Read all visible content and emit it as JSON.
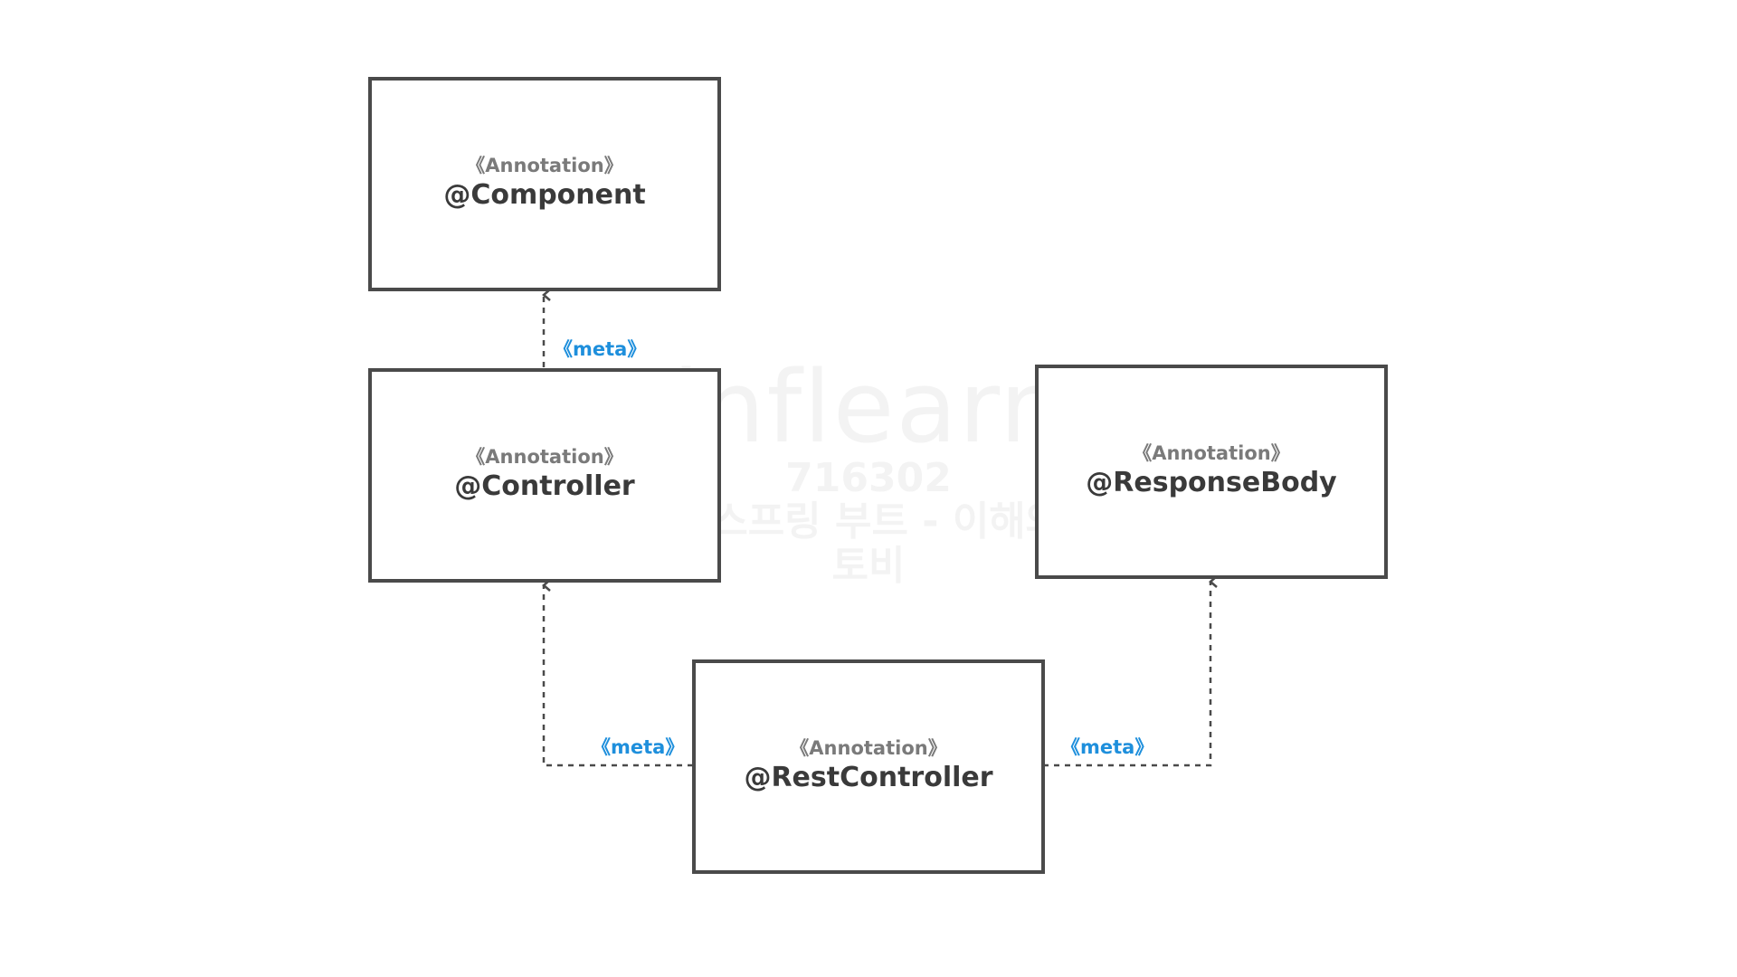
{
  "diagram": {
    "nodes": {
      "component": {
        "stereotype": "《Annotation》",
        "name": "@Component"
      },
      "controller": {
        "stereotype": "《Annotation》",
        "name": "@Controller"
      },
      "response_body": {
        "stereotype": "《Annotation》",
        "name": "@ResponseBody"
      },
      "rest_controller": {
        "stereotype": "《Annotation》",
        "name": "@RestController"
      }
    },
    "edges": [
      {
        "from": "@Controller",
        "to": "@Component",
        "label": "《meta》"
      },
      {
        "from": "@RestController",
        "to": "@Controller",
        "label": "《meta》"
      },
      {
        "from": "@RestController",
        "to": "@ResponseBody",
        "label": "《meta》"
      }
    ],
    "colors": {
      "box_border": "#4a4a4a",
      "stereotype_text": "#7a7a7a",
      "name_text": "#3a3a3a",
      "meta_label": "#1e8fdc",
      "connector": "#4a4a4a"
    }
  },
  "watermark": {
    "logo": "inflearn",
    "id": "716302",
    "course": "토비의 스프링 부트 - 이해와 원리",
    "author": "토비"
  }
}
